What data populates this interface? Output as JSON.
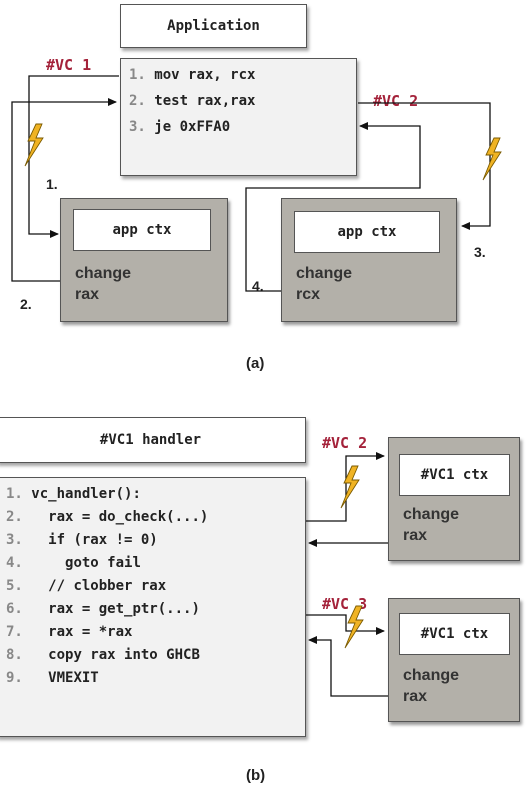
{
  "panel_a": {
    "title": "Application",
    "code": [
      {
        "num": "1.",
        "text": "mov rax, rcx"
      },
      {
        "num": "2.",
        "text": "test rax,rax"
      },
      {
        "num": "3.",
        "text": "je 0xFFA0"
      }
    ],
    "vc1_label": "#VC 1",
    "vc2_label": "#VC 2",
    "left_ctx": {
      "inner": "app ctx",
      "line1": "change",
      "line2": "rax"
    },
    "right_ctx": {
      "inner": "app ctx",
      "line1": "change",
      "line2": "rcx"
    },
    "steps": {
      "s1": "1.",
      "s2": "2.",
      "s3": "3.",
      "s4": "4."
    },
    "caption": "(a)"
  },
  "panel_b": {
    "title": "#VC1 handler",
    "code": [
      {
        "num": "1.",
        "text": "vc_handler():"
      },
      {
        "num": "2.",
        "text": "  rax = do_check(...)"
      },
      {
        "num": "3.",
        "text": "  if (rax != 0)"
      },
      {
        "num": "4.",
        "text": "    goto fail"
      },
      {
        "num": "5.",
        "text": "  // clobber rax"
      },
      {
        "num": "6.",
        "text": "  rax = get_ptr(...)"
      },
      {
        "num": "7.",
        "text": "  rax = *rax"
      },
      {
        "num": "8.",
        "text": "  copy rax into GHCB"
      },
      {
        "num": "9.",
        "text": "  VMEXIT"
      }
    ],
    "vc2_label": "#VC 2",
    "vc3_label": "#VC 3",
    "top_ctx": {
      "inner": "#VC1 ctx",
      "line1": "change",
      "line2": "rax"
    },
    "bottom_ctx": {
      "inner": "#VC1 ctx",
      "line1": "change",
      "line2": "rax"
    },
    "caption": "(b)"
  },
  "colors": {
    "vc_label": "#a4223a",
    "lightning_fill": "#f0b323",
    "ctx_fill": "#b3b0a9",
    "code_fill": "#f2f2f2"
  }
}
